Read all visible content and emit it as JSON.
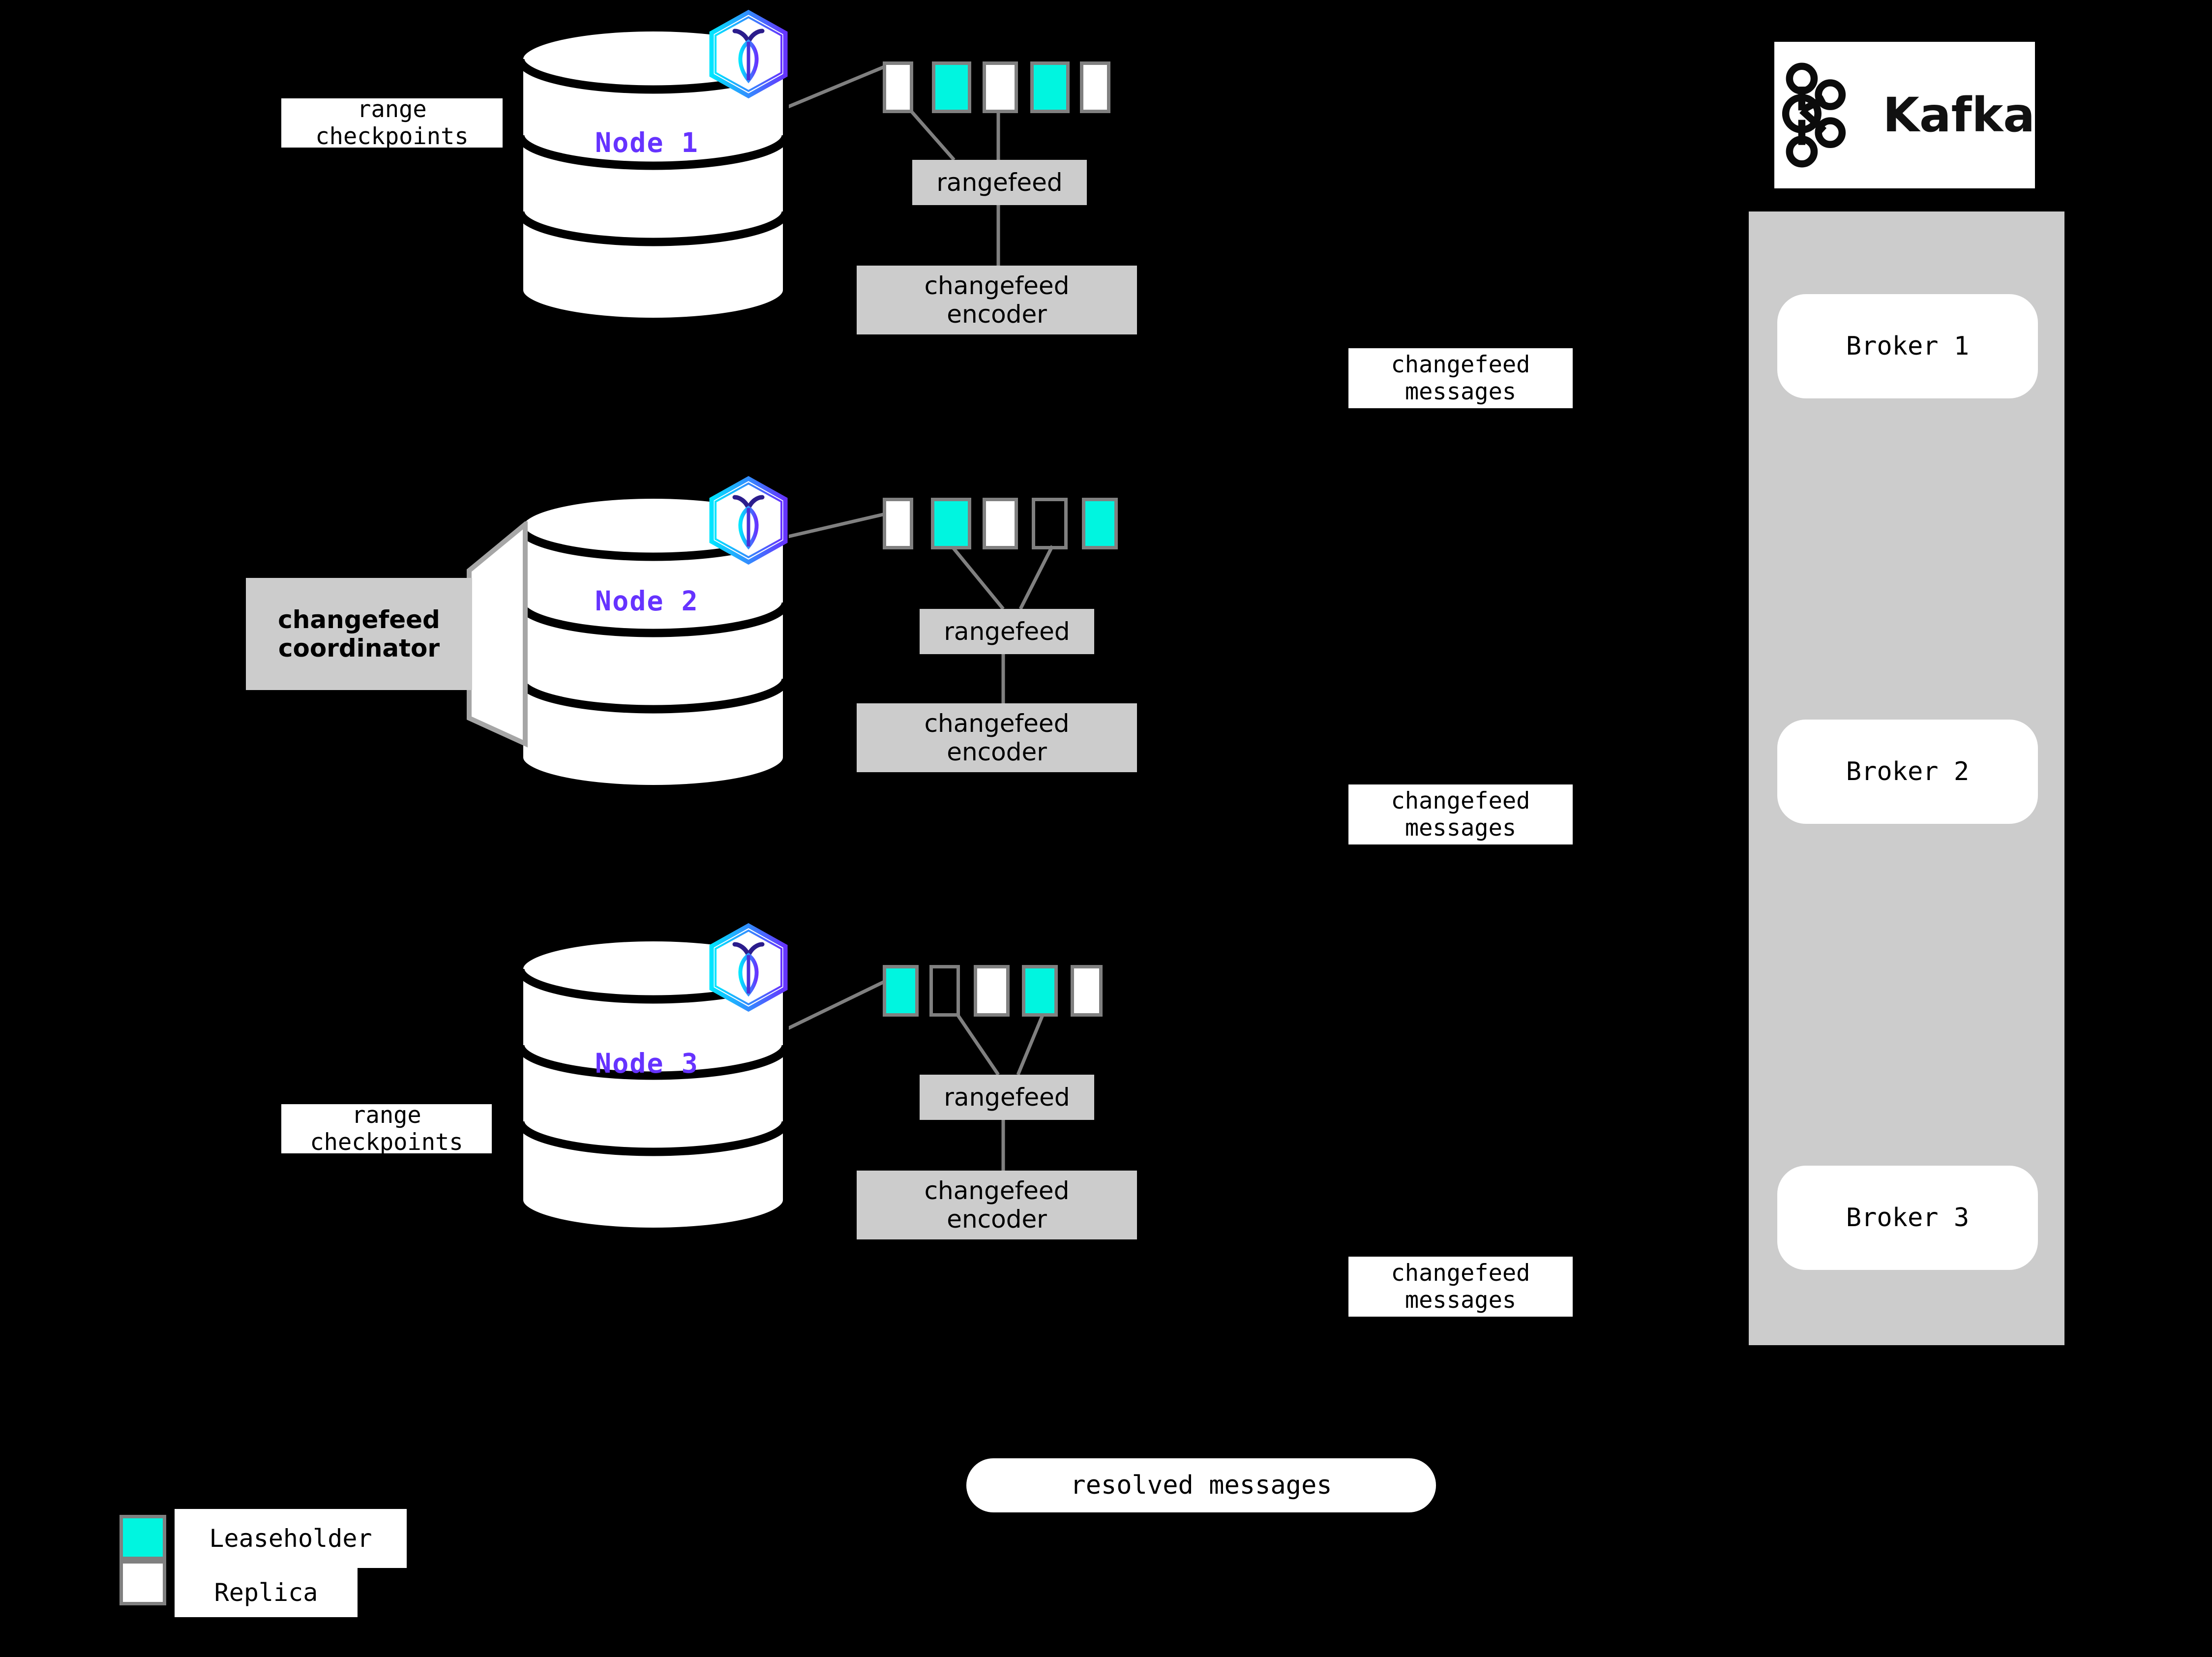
{
  "diagram": {
    "title": "CockroachDB changefeed to Kafka architecture",
    "background_color": "#000000"
  },
  "colors": {
    "leaseholder": "#00F5E0",
    "replica": "#FFFFFF",
    "range_border": "#808080",
    "node_label": "#6633FF",
    "process_box": "#CCCCCC",
    "kafka_panel": "#CCCCCC"
  },
  "nodes": [
    {
      "label": "Node 1",
      "logo": "cockroachdb-hexagon-icon",
      "side_label": "range\ncheckpoints",
      "ranges": [
        "replica",
        "leaseholder",
        "replica",
        "leaseholder",
        "replica"
      ],
      "rangefeed_label": "rangefeed",
      "encoder_label": "changefeed\nencoder"
    },
    {
      "label": "Node 2",
      "logo": "cockroachdb-hexagon-icon",
      "side_label": "changefeed\ncoordinator",
      "coordinator": true,
      "ranges": [
        "replica",
        "leaseholder",
        "replica",
        "empty",
        "leaseholder"
      ],
      "rangefeed_label": "rangefeed",
      "encoder_label": "changefeed\nencoder"
    },
    {
      "label": "Node 3",
      "logo": "cockroachdb-hexagon-icon",
      "side_label": "range\ncheckpoints",
      "ranges": [
        "leaseholder",
        "empty",
        "replica",
        "leaseholder",
        "replica"
      ],
      "rangefeed_label": "rangefeed",
      "encoder_label": "changefeed\nencoder"
    }
  ],
  "flow_labels": [
    "changefeed\nmessages",
    "changefeed\nmessages",
    "changefeed\nmessages"
  ],
  "resolved": {
    "label": "resolved messages"
  },
  "kafka": {
    "logo_word": "Kafka",
    "logo_icon": "kafka-nodes-icon",
    "brokers": [
      "Broker 1",
      "Broker 2",
      "Broker 3"
    ]
  },
  "legend": {
    "items": [
      {
        "swatch": "leaseholder",
        "label": "Leaseholder"
      },
      {
        "swatch": "replica",
        "label": "Replica"
      }
    ]
  }
}
